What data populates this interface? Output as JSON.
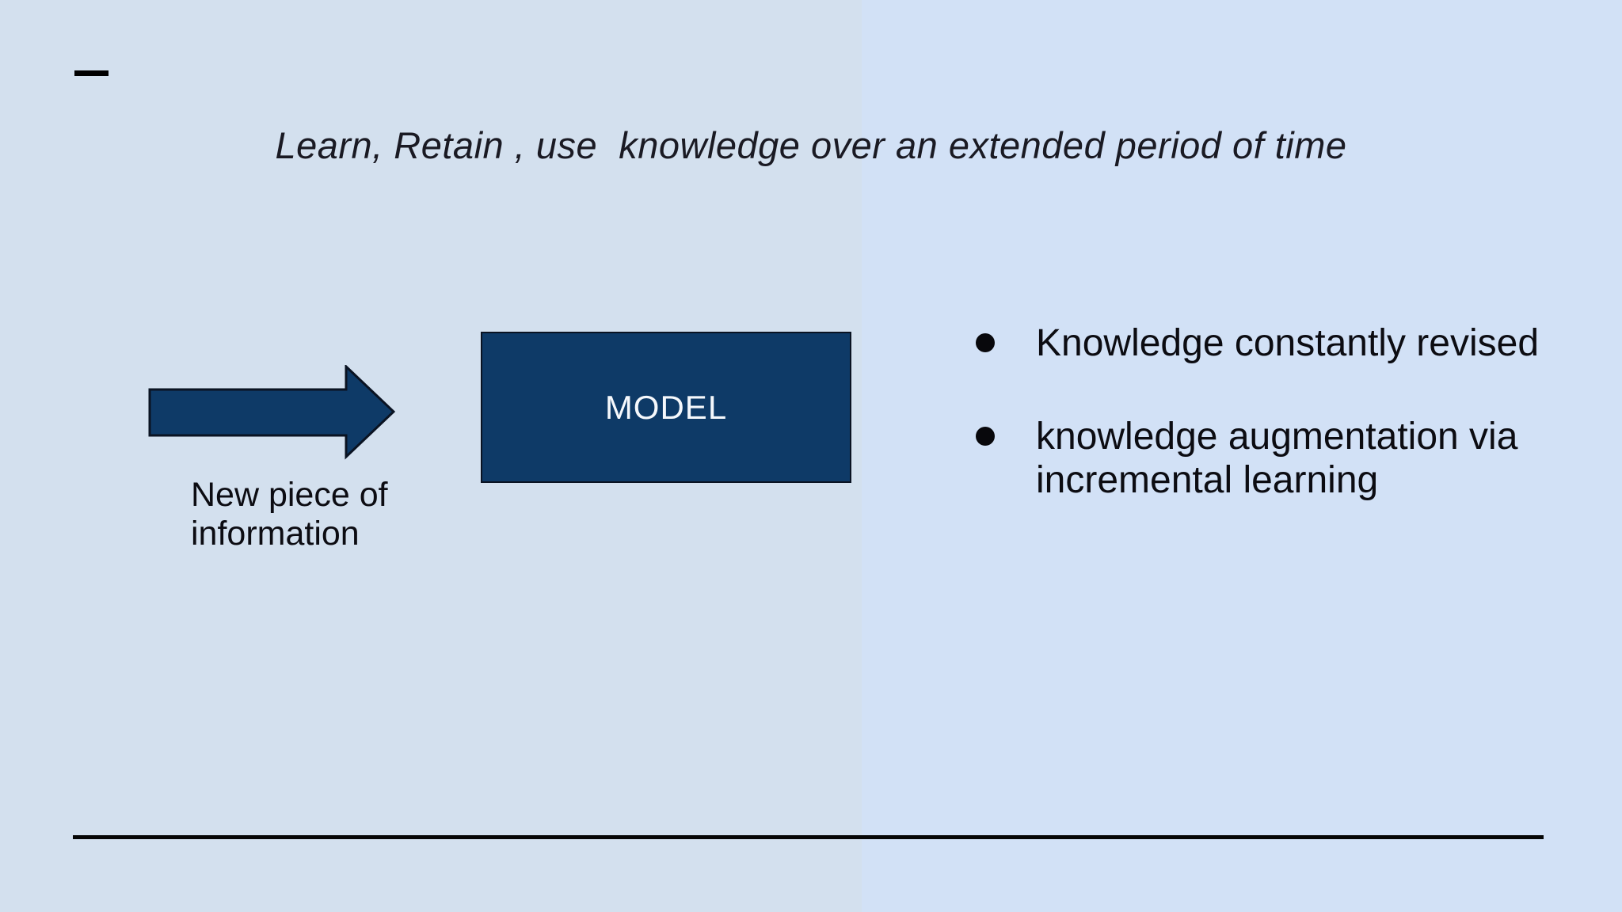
{
  "slide": {
    "title": "Learn, Retain , use  knowledge over an extended period of time",
    "diagram": {
      "arrow_label": "New piece of information",
      "model_label": "MODEL"
    },
    "bullets": [
      "Knowledge constantly revised",
      "knowledge augmentation via incremental learning"
    ],
    "icons": {
      "bullet_marker": "filled-circle",
      "top_dash": "horizontal-dash"
    },
    "colors": {
      "background_left": "#d3e0ee",
      "background_right": "#d2e1f6",
      "shape_navy": "#0e3a67",
      "shape_outline": "#0a1322",
      "title_text": "#1a1a23",
      "body_text": "#0c0c12",
      "model_text": "#f5f8fc",
      "rule_black": "#060606"
    }
  }
}
